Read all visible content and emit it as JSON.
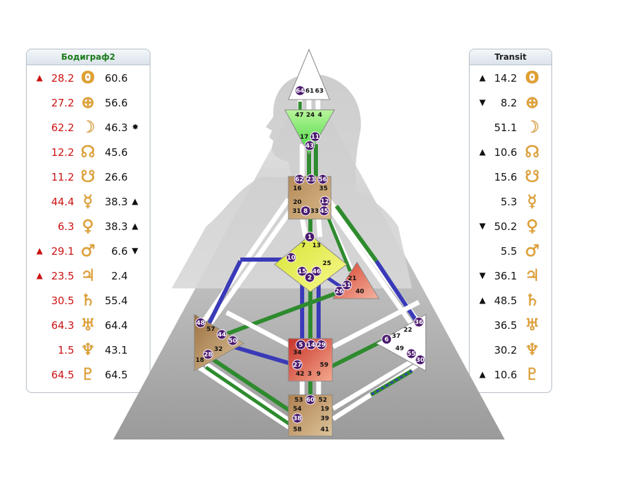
{
  "left_panel": {
    "title": "Бодиграф2",
    "rows": [
      {
        "arrow": "▲",
        "value": "28.2",
        "planet_icon": "sun-icon",
        "glyph": "ʘ",
        "value2": "60.6",
        "marker": ""
      },
      {
        "arrow": "",
        "value": "27.2",
        "planet_icon": "earth-icon",
        "glyph": "⊕",
        "value2": "56.6",
        "marker": ""
      },
      {
        "arrow": "",
        "value": "62.2",
        "planet_icon": "moon-icon",
        "glyph": "☽",
        "value2": "46.3",
        "marker": "✸"
      },
      {
        "arrow": "",
        "value": "12.2",
        "planet_icon": "north-node-icon",
        "glyph": "☊",
        "value2": "45.6",
        "marker": ""
      },
      {
        "arrow": "",
        "value": "11.2",
        "planet_icon": "south-node-icon",
        "glyph": "☋",
        "value2": "26.6",
        "marker": ""
      },
      {
        "arrow": "",
        "value": "44.4",
        "planet_icon": "mercury-icon",
        "glyph": "☿",
        "value2": "38.3",
        "marker": "▲"
      },
      {
        "arrow": "",
        "value": "6.3",
        "planet_icon": "venus-icon",
        "glyph": "♀",
        "value2": "38.3",
        "marker": "▲"
      },
      {
        "arrow": "▲",
        "value": "29.1",
        "planet_icon": "mars-icon",
        "glyph": "♂",
        "value2": "6.6",
        "marker": "▼"
      },
      {
        "arrow": "▲",
        "value": "23.5",
        "planet_icon": "jupiter-icon",
        "glyph": "♃",
        "value2": "2.4",
        "marker": ""
      },
      {
        "arrow": "",
        "value": "30.5",
        "planet_icon": "saturn-icon",
        "glyph": "♄",
        "value2": "55.4",
        "marker": ""
      },
      {
        "arrow": "",
        "value": "64.3",
        "planet_icon": "uranus-icon",
        "glyph": "♅",
        "value2": "64.4",
        "marker": ""
      },
      {
        "arrow": "",
        "value": "1.5",
        "planet_icon": "neptune-icon",
        "glyph": "♆",
        "value2": "43.1",
        "marker": ""
      },
      {
        "arrow": "",
        "value": "64.5",
        "planet_icon": "pluto-icon",
        "glyph": "♇",
        "value2": "64.5",
        "marker": ""
      }
    ]
  },
  "right_panel": {
    "title": "Transit",
    "rows": [
      {
        "arrow": "▲",
        "value": "14.2",
        "planet_icon": "sun-icon",
        "glyph": "ʘ"
      },
      {
        "arrow": "▼",
        "value": "8.2",
        "planet_icon": "earth-icon",
        "glyph": "⊕"
      },
      {
        "arrow": "",
        "value": "51.1",
        "planet_icon": "moon-icon",
        "glyph": "☽"
      },
      {
        "arrow": "▲",
        "value": "10.6",
        "planet_icon": "north-node-icon",
        "glyph": "☊"
      },
      {
        "arrow": "",
        "value": "15.6",
        "planet_icon": "south-node-icon",
        "glyph": "☋"
      },
      {
        "arrow": "",
        "value": "5.3",
        "planet_icon": "mercury-icon",
        "glyph": "☿"
      },
      {
        "arrow": "▼",
        "value": "50.2",
        "planet_icon": "venus-icon",
        "glyph": "♀"
      },
      {
        "arrow": "",
        "value": "5.5",
        "planet_icon": "mars-icon",
        "glyph": "♂"
      },
      {
        "arrow": "▼",
        "value": "36.1",
        "planet_icon": "jupiter-icon",
        "glyph": "♃"
      },
      {
        "arrow": "▲",
        "value": "48.5",
        "planet_icon": "saturn-icon",
        "glyph": "♄"
      },
      {
        "arrow": "",
        "value": "36.5",
        "planet_icon": "uranus-icon",
        "glyph": "♅"
      },
      {
        "arrow": "",
        "value": "30.2",
        "planet_icon": "neptune-icon",
        "glyph": "♆"
      },
      {
        "arrow": "▲",
        "value": "10.6",
        "planet_icon": "pluto-icon",
        "glyph": "♇"
      }
    ]
  },
  "colors": {
    "design_red": "#cc1111",
    "channel_green": "#2e8b2e",
    "channel_blue": "#3a3ab8",
    "head_center": "#ffffff",
    "ajna_center": "#7ee05a",
    "throat_center": "#c49a63",
    "g_center": "#e8f04a",
    "ego_center": "#e0705a",
    "sacral_center": "#d85040",
    "spleen_center": "#b48a5a",
    "solar_plexus_center": "#ffffff",
    "root_center": "#c49a63",
    "defined_gate": "#4b1a6e"
  },
  "bodygraph": {
    "head": {
      "gates": [
        "64",
        "61",
        "63"
      ],
      "defined": [
        "64"
      ]
    },
    "ajna": {
      "gates": [
        "47",
        "24",
        "4",
        "17",
        "11",
        "43"
      ],
      "defined": [
        "11",
        "43"
      ]
    },
    "throat": {
      "gates": [
        "62",
        "23",
        "56",
        "16",
        "35",
        "20",
        "12",
        "31",
        "8",
        "33",
        "45"
      ],
      "defined": [
        "62",
        "23",
        "56",
        "12",
        "8",
        "45"
      ]
    },
    "g": {
      "gates": [
        "1",
        "7",
        "13",
        "10",
        "25",
        "15",
        "46",
        "2"
      ],
      "defined": [
        "1",
        "10",
        "15",
        "46",
        "2"
      ]
    },
    "ego": {
      "gates": [
        "21",
        "51",
        "26",
        "40"
      ],
      "defined": [
        "51",
        "26"
      ]
    },
    "spleen": {
      "gates": [
        "48",
        "57",
        "44",
        "50",
        "32",
        "28",
        "18"
      ],
      "defined": [
        "48",
        "44",
        "50",
        "28"
      ]
    },
    "sacral": {
      "gates": [
        "5",
        "14",
        "29",
        "34",
        "27",
        "59",
        "42",
        "3",
        "9"
      ],
      "defined": [
        "5",
        "14",
        "29",
        "27"
      ]
    },
    "solar_plexus": {
      "gates": [
        "36",
        "22",
        "37",
        "6",
        "49",
        "55",
        "30"
      ],
      "defined": [
        "36",
        "6",
        "55",
        "30"
      ]
    },
    "root": {
      "gates": [
        "53",
        "60",
        "52",
        "54",
        "19",
        "38",
        "39",
        "58",
        "41"
      ],
      "defined": [
        "60",
        "38"
      ]
    }
  }
}
